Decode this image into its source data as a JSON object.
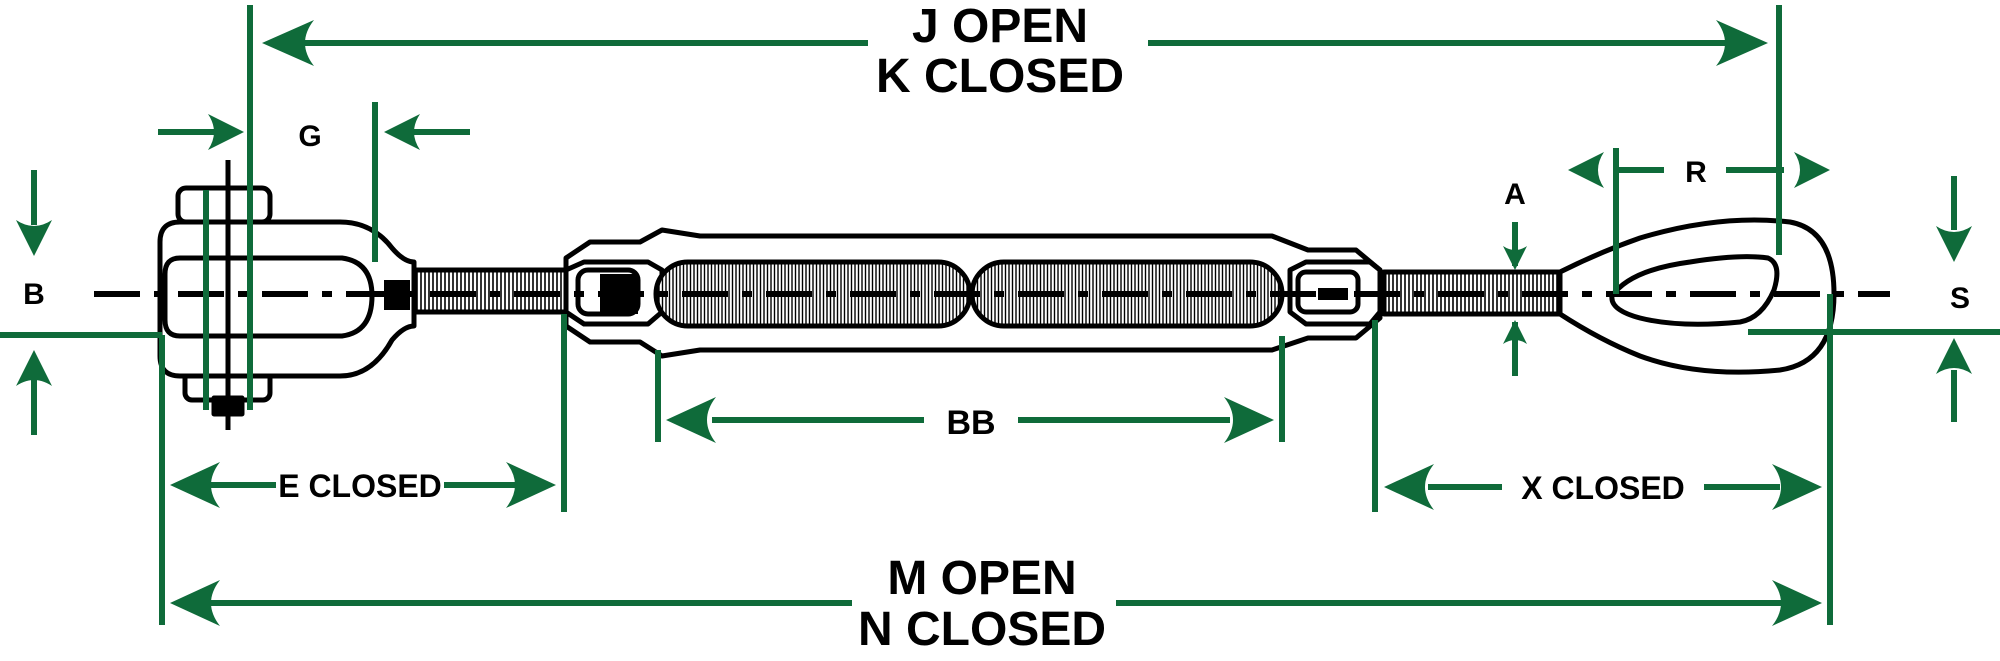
{
  "colors": {
    "dimension": "#0f6b3a",
    "outline": "#000000",
    "fill": "#ffffff"
  },
  "labels": {
    "j_open": "J OPEN",
    "k_closed": "K CLOSED",
    "m_open": "M OPEN",
    "n_closed": "N CLOSED",
    "g": "G",
    "b": "B",
    "a": "A",
    "r": "R",
    "s": "S",
    "bb": "BB",
    "e_closed": "E CLOSED",
    "x_closed": "X CLOSED"
  }
}
